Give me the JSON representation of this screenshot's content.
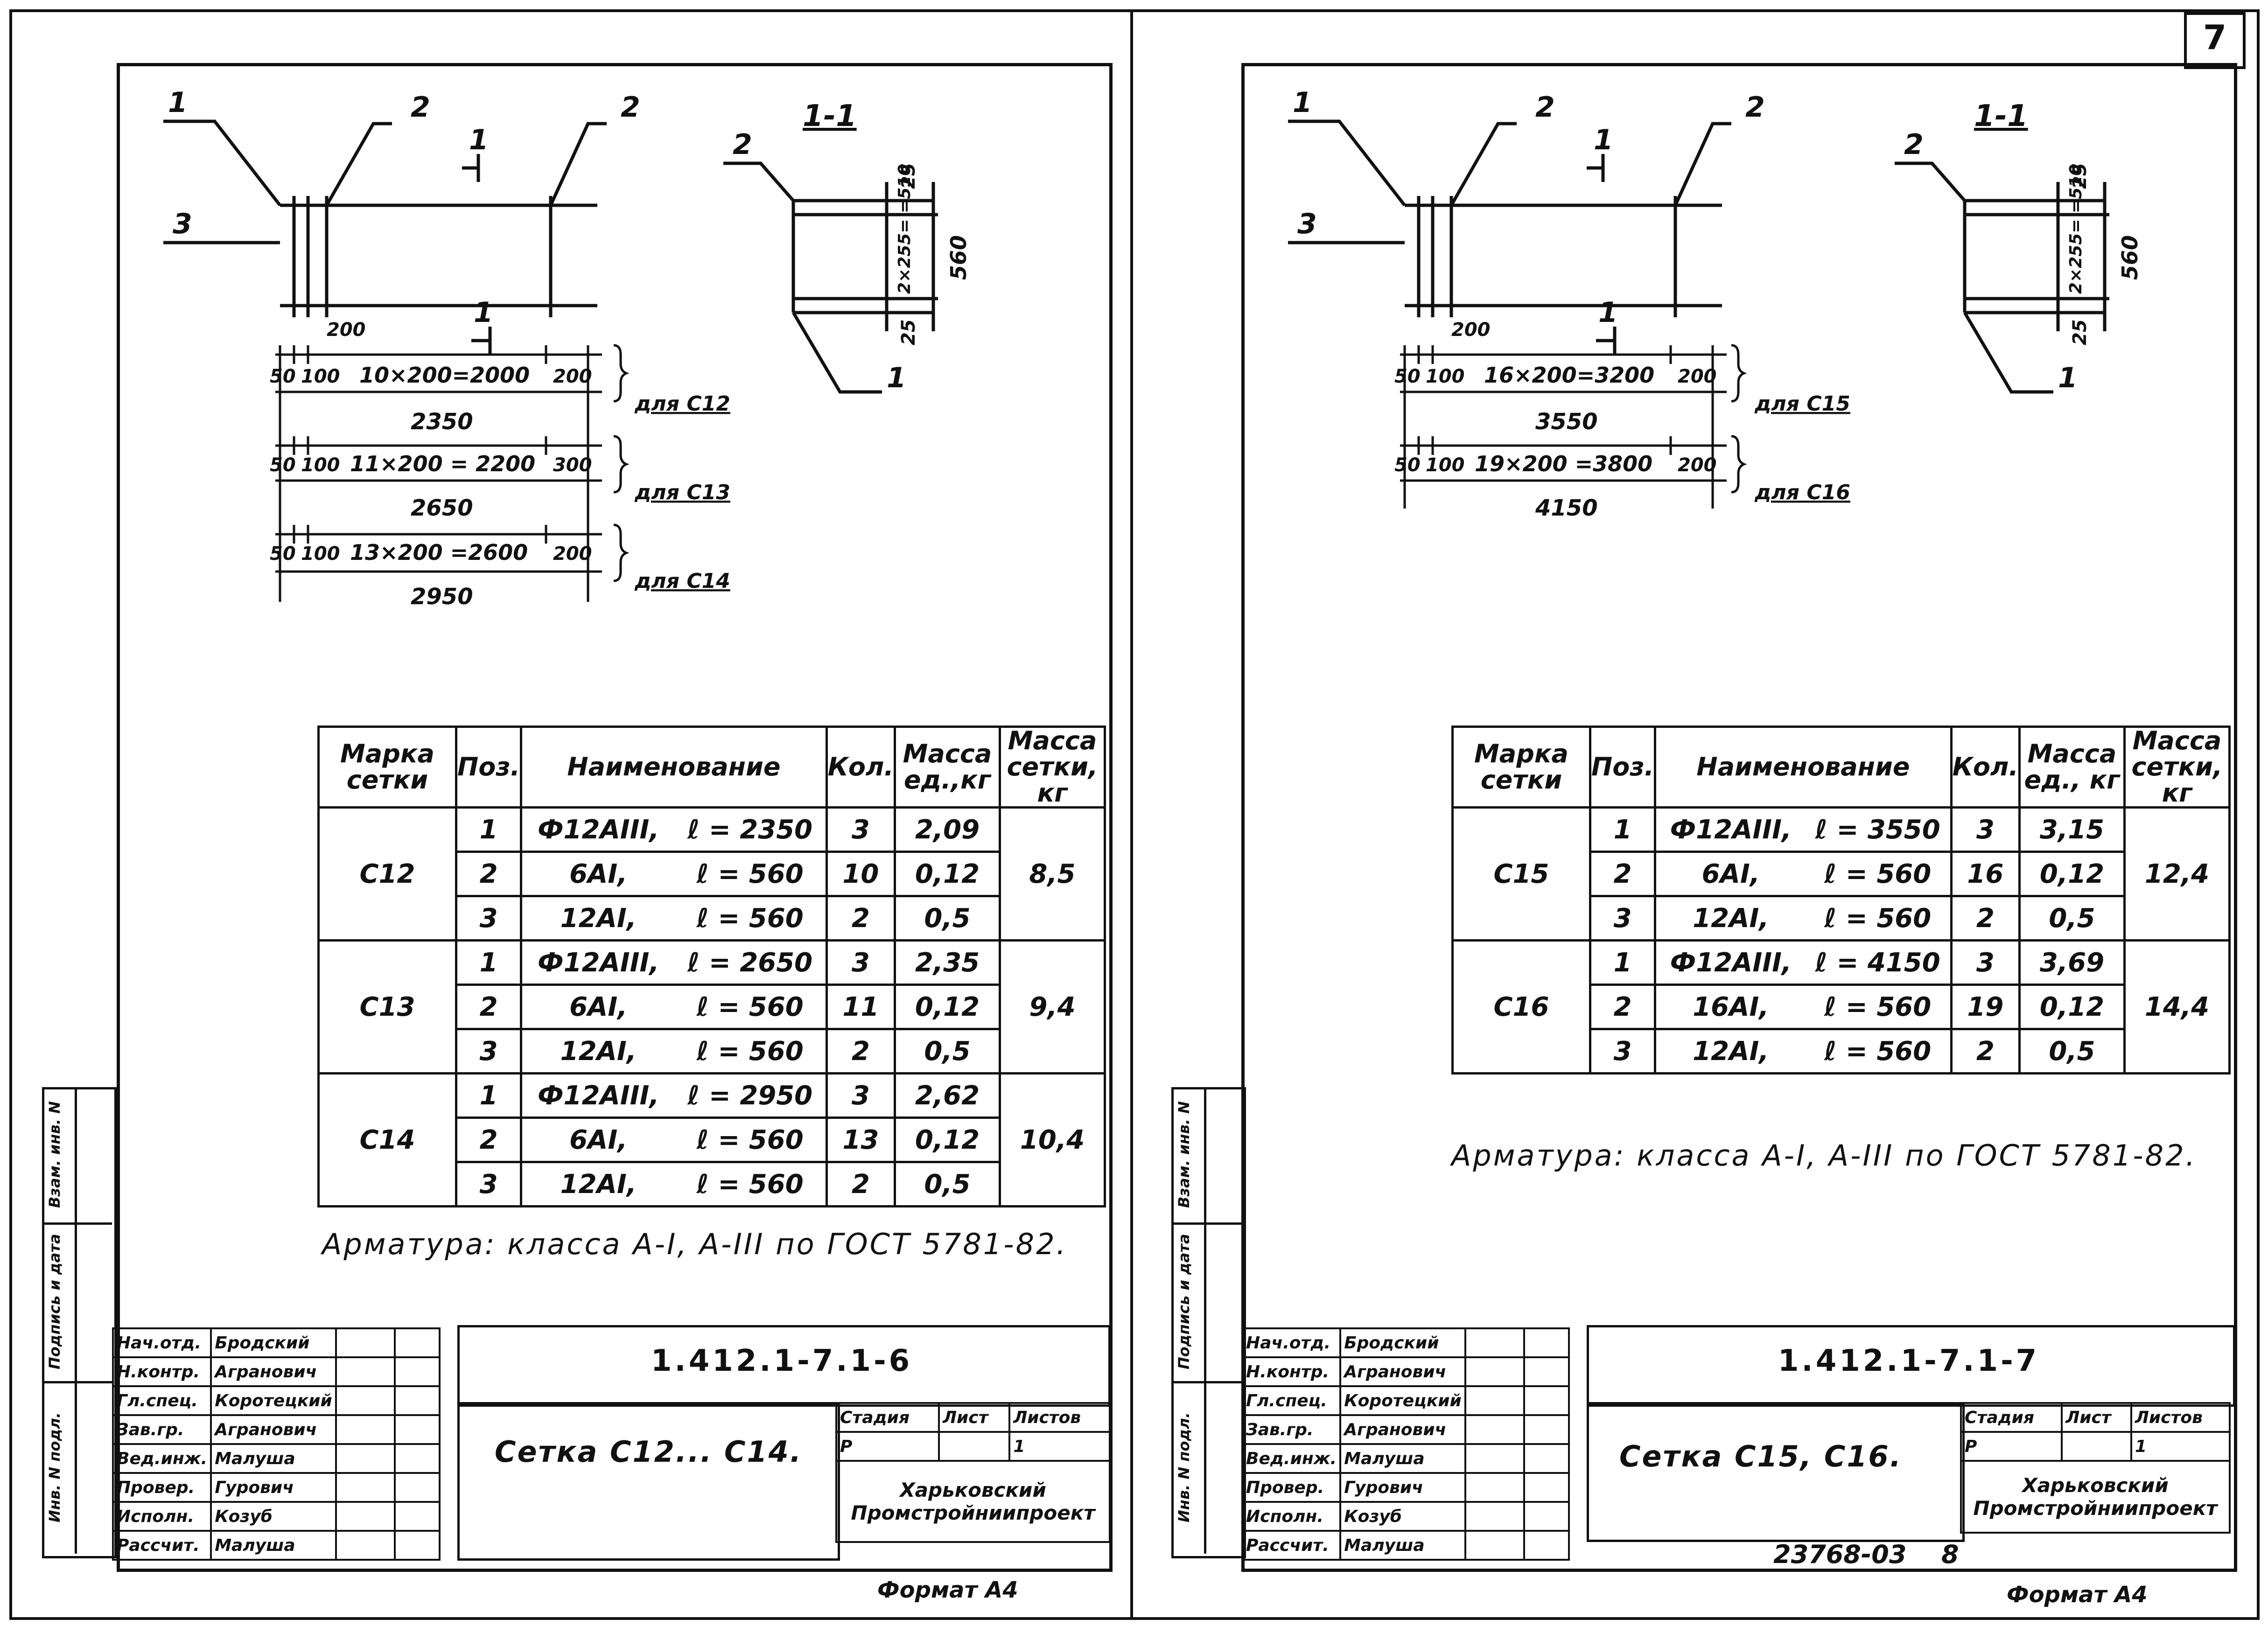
{
  "page_number": "7",
  "format_label": "Формат А4",
  "side_labels": {
    "inv_podl": "Инв. N подл.",
    "podpis": "Подпись и дата",
    "vzam": "Взам. инв. N"
  },
  "stamp_headers": {
    "stadia": "Стадия",
    "list": "Лист",
    "listov": "Листов"
  },
  "archive_number": "23768-03",
  "archive_sheet": "8",
  "sheets": [
    {
      "designation": "1.412.1-7.1-6",
      "title": "Сетка С12... С14.",
      "stadia": "Р",
      "list": "",
      "listov": "1",
      "org": [
        "Харьковский",
        "Промстройниипроект"
      ],
      "signers": [
        [
          "Нач.отд.",
          "Бродский"
        ],
        [
          "Н.контр.",
          "Агранович"
        ],
        [
          "Гл.спец.",
          "Коротецкий"
        ],
        [
          "Зав.гр.",
          "Агранович"
        ],
        [
          "Вед.инж.",
          "Малуша"
        ],
        [
          "Провер.",
          "Гурович"
        ],
        [
          "Исполн.",
          "Козуб"
        ],
        [
          "Рассчит.",
          "Малуша"
        ]
      ],
      "drawing": {
        "pos_labels": [
          "1",
          "2",
          "2",
          "3"
        ],
        "section_mark": "1",
        "section_title": "1-1",
        "section_pos": [
          "2",
          "1"
        ],
        "section_dims": {
          "top": "25",
          "mid": "2×255= =510",
          "bot": "25",
          "total": "560"
        },
        "first_step": "200",
        "dim_rows": [
          {
            "a": "50",
            "b": "100",
            "chain": "10×200=2000",
            "c": "200",
            "total": "2350",
            "for": "для С12"
          },
          {
            "a": "50",
            "b": "100",
            "chain": "11×200 = 2200",
            "c": "300",
            "total": "2650",
            "for": "для С13"
          },
          {
            "a": "50",
            "b": "100",
            "chain": "13×200 =2600",
            "c": "200",
            "total": "2950",
            "for": "для С14"
          }
        ]
      },
      "table": {
        "headers": [
          "Марка сетки",
          "Поз.",
          "Наименование",
          "Кол.",
          "Масса ед.,кг",
          "Масса сетки, кг"
        ],
        "groups": [
          {
            "mark": "С12",
            "mass": "8,5",
            "rows": [
              {
                "pos": "1",
                "name": "Ф12АIII,",
                "len": "ℓ = 2350",
                "qty": "3",
                "unit": "2,09"
              },
              {
                "pos": "2",
                "name": "6АI,",
                "len": "ℓ = 560",
                "qty": "10",
                "unit": "0,12"
              },
              {
                "pos": "3",
                "name": "12АI,",
                "len": "ℓ = 560",
                "qty": "2",
                "unit": "0,5"
              }
            ]
          },
          {
            "mark": "С13",
            "mass": "9,4",
            "rows": [
              {
                "pos": "1",
                "name": "Ф12АIII,",
                "len": "ℓ = 2650",
                "qty": "3",
                "unit": "2,35"
              },
              {
                "pos": "2",
                "name": "6АI,",
                "len": "ℓ = 560",
                "qty": "11",
                "unit": "0,12"
              },
              {
                "pos": "3",
                "name": "12АI,",
                "len": "ℓ = 560",
                "qty": "2",
                "unit": "0,5"
              }
            ]
          },
          {
            "mark": "С14",
            "mass": "10,4",
            "rows": [
              {
                "pos": "1",
                "name": "Ф12АIII,",
                "len": "ℓ = 2950",
                "qty": "3",
                "unit": "2,62"
              },
              {
                "pos": "2",
                "name": "6АI,",
                "len": "ℓ = 560",
                "qty": "13",
                "unit": "0,12"
              },
              {
                "pos": "3",
                "name": "12АI,",
                "len": "ℓ = 560",
                "qty": "2",
                "unit": "0,5"
              }
            ]
          }
        ]
      },
      "note": "Арматура: класса А-I, А-III по ГОСТ 5781-82."
    },
    {
      "designation": "1.412.1-7.1-7",
      "title": "Сетка С15, С16.",
      "stadia": "Р",
      "list": "",
      "listov": "1",
      "org": [
        "Харьковский",
        "Промстройниипроект"
      ],
      "signers": [
        [
          "Нач.отд.",
          "Бродский"
        ],
        [
          "Н.контр.",
          "Агранович"
        ],
        [
          "Гл.спец.",
          "Коротецкий"
        ],
        [
          "Зав.гр.",
          "Агранович"
        ],
        [
          "Вед.инж.",
          "Малуша"
        ],
        [
          "Провер.",
          "Гурович"
        ],
        [
          "Исполн.",
          "Козуб"
        ],
        [
          "Рассчит.",
          "Малуша"
        ]
      ],
      "drawing": {
        "pos_labels": [
          "1",
          "2",
          "2",
          "3"
        ],
        "section_mark": "1",
        "section_title": "1-1",
        "section_pos": [
          "2",
          "1"
        ],
        "section_dims": {
          "top": "25",
          "mid": "2×255= =510",
          "bot": "25",
          "total": "560"
        },
        "first_step": "200",
        "dim_rows": [
          {
            "a": "50",
            "b": "100",
            "chain": "16×200=3200",
            "c": "200",
            "total": "3550",
            "for": "для С15"
          },
          {
            "a": "50",
            "b": "100",
            "chain": "19×200 =3800",
            "c": "200",
            "total": "4150",
            "for": "для С16"
          }
        ]
      },
      "table": {
        "headers": [
          "Марка сетки",
          "Поз.",
          "Наименование",
          "Кол.",
          "Масса ед., кг",
          "Масса сетки, кг"
        ],
        "groups": [
          {
            "mark": "С15",
            "mass": "12,4",
            "rows": [
              {
                "pos": "1",
                "name": "Ф12АIII,",
                "len": "ℓ = 3550",
                "qty": "3",
                "unit": "3,15"
              },
              {
                "pos": "2",
                "name": "6АI,",
                "len": "ℓ = 560",
                "qty": "16",
                "unit": "0,12"
              },
              {
                "pos": "3",
                "name": "12АI,",
                "len": "ℓ = 560",
                "qty": "2",
                "unit": "0,5"
              }
            ]
          },
          {
            "mark": "С16",
            "mass": "14,4",
            "rows": [
              {
                "pos": "1",
                "name": "Ф12АIII,",
                "len": "ℓ = 4150",
                "qty": "3",
                "unit": "3,69"
              },
              {
                "pos": "2",
                "name": "16АI,",
                "len": "ℓ = 560",
                "qty": "19",
                "unit": "0,12"
              },
              {
                "pos": "3",
                "name": "12АI,",
                "len": "ℓ = 560",
                "qty": "2",
                "unit": "0,5"
              }
            ]
          }
        ]
      },
      "note": "Арматура: класса А-I, А-III по ГОСТ 5781-82."
    }
  ]
}
